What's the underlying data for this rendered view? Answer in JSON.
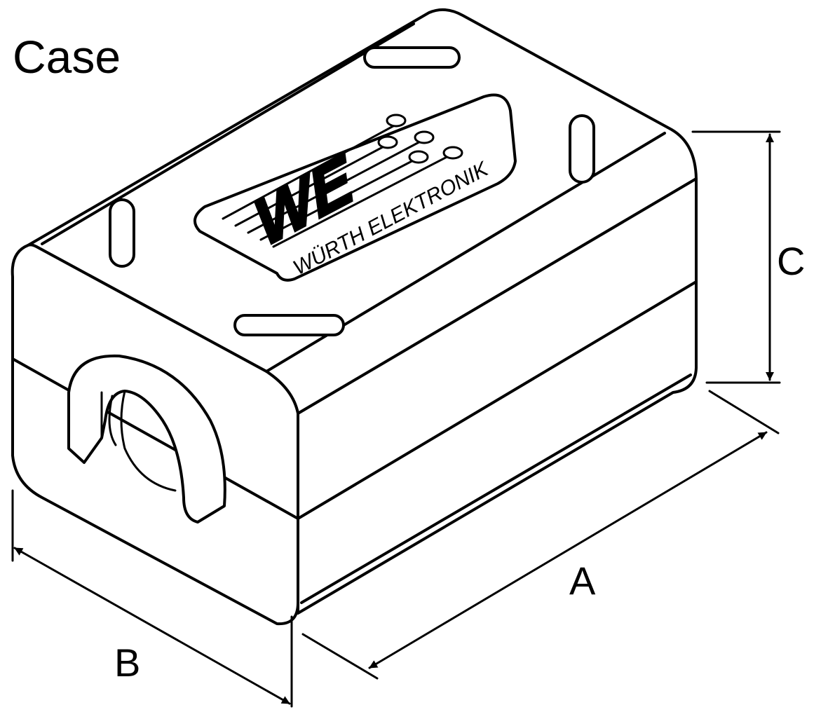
{
  "diagram": {
    "title": "Case",
    "logo": {
      "mark": "WE",
      "brand": "WÜRTH ELEKTRONIK"
    },
    "dimensions": {
      "length": "A",
      "width": "B",
      "height": "C"
    },
    "colors": {
      "stroke": "#000000",
      "fill": "#ffffff"
    }
  }
}
